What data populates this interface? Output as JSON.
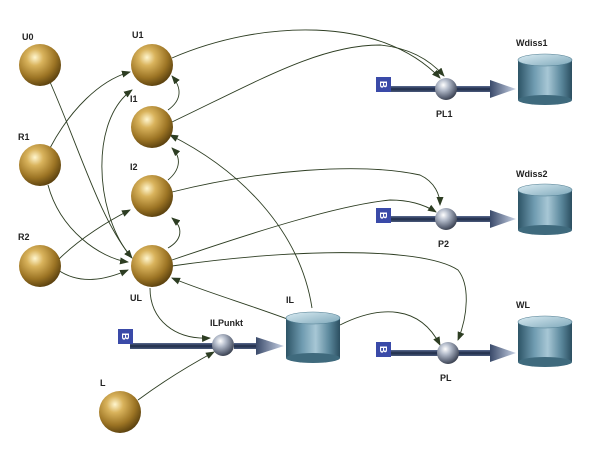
{
  "nodes": {
    "u0": "U0",
    "u1": "U1",
    "r1": "R1",
    "i1": "I1",
    "i2": "I2",
    "r2": "R2",
    "ul": "UL",
    "l": "L",
    "il_punkt": "ILPunkt",
    "il": "IL",
    "pl1": "PL1",
    "p2": "P2",
    "pl": "PL",
    "wdiss1": "Wdiss1",
    "wdiss2": "Wdiss2",
    "wl": "WL"
  },
  "source_badge": "B",
  "colors": {
    "auxiliary_node": "#b08a35",
    "rate_node": "#8d97a8",
    "stock": "#4a7488",
    "flow": "#2b3a5c",
    "source_badge": "#3a4aa8",
    "link": "#2d3d22"
  }
}
